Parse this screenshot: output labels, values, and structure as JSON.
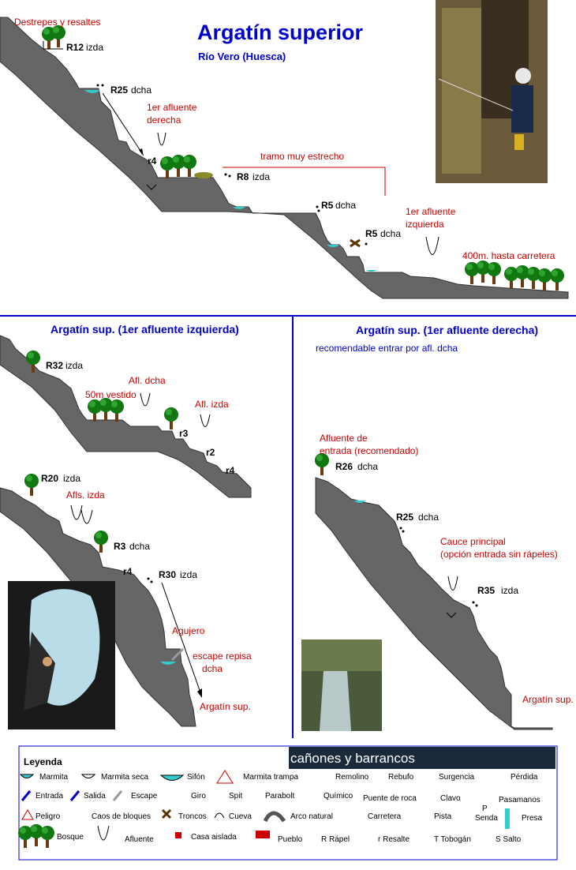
{
  "title": "Argatín superior",
  "subtitle": "Río Vero (Huesca)",
  "top": {
    "labels": {
      "destrepes": "Destrepes y resaltes",
      "r12": "R12",
      "r12_side": "izda",
      "r25": "R25",
      "r25_side": "dcha",
      "afluente_dcha": [
        "1er afluente",
        "derecha"
      ],
      "r4": "r4",
      "tramo": "tramo muy estrecho",
      "r8": "R8",
      "r8_side": "izda",
      "r5a": "R5",
      "r5a_side": "dcha",
      "r5b": "R5",
      "r5b_side": "dcha",
      "afluente_izda": [
        "1er afluente",
        "izquierda"
      ],
      "carretera": "400m. hasta carretera"
    }
  },
  "left": {
    "heading": "Argatín sup. (1er afluente izquierda)",
    "labels": {
      "r32": "R32",
      "r32_side": "izda",
      "afl_dcha": "Afl. dcha",
      "vestido": "50m vestido",
      "afl_izda": "Afl. izda",
      "r3": "r3",
      "r2": "r2",
      "r4": "r4",
      "r20": "R20",
      "r20_side": "izda",
      "afls_izda": "Afls. izda",
      "r3b": "R3",
      "r3b_side": "dcha",
      "r4b": "r4",
      "r30": "R30",
      "r30_side": "izda",
      "agujero": "Agujero",
      "escape": [
        "escape repisa",
        "dcha"
      ],
      "argatin": "Argatín sup."
    }
  },
  "right": {
    "heading": "Argatín sup. (1er afluente derecha)",
    "note": "recomendable entrar por afl. dcha",
    "labels": {
      "afluente": [
        "Afluente de",
        "entrada (recomendado)"
      ],
      "r26": "R26",
      "r26_side": "dcha",
      "r25": "R25",
      "r25_side": "dcha",
      "cauce": [
        "Cauce principal",
        "(opción entrada sin rápeles)"
      ],
      "r35": "R35",
      "r35_side": "izda",
      "argatin": "Argatín sup."
    }
  },
  "banner": "cañones y barrancos",
  "legend": {
    "title": "Leyenda",
    "items": [
      [
        "Marmita",
        "Marmita seca",
        "Sifón",
        "Marmita trampa",
        "Remolino",
        "Rebufo",
        "Surgencia",
        "Pérdida"
      ],
      [
        "Entrada",
        "Salida",
        "Escape",
        "Giro",
        "Spit",
        "Parabolt",
        "Químico",
        "Puente de roca",
        "Clavo",
        "Pasamanos"
      ],
      [
        "Peligro",
        "Caos de bloques",
        "Troncos",
        "Cueva",
        "Arco natural",
        "Carretera",
        "Pista",
        "Senda",
        "Presa"
      ],
      [
        "Bosque",
        "Afluente",
        "Casa aislada",
        "Pueblo",
        "R Rápel",
        "r Resalte",
        "T Tobogán",
        "S Salto"
      ]
    ],
    "pasamanos_letter": "P"
  },
  "colors": {
    "rock": "#666666",
    "water": "#33cccc",
    "red": "#cc0000",
    "blue": "#0000cc",
    "tree": "#117711",
    "trunk": "#6b3a10"
  }
}
